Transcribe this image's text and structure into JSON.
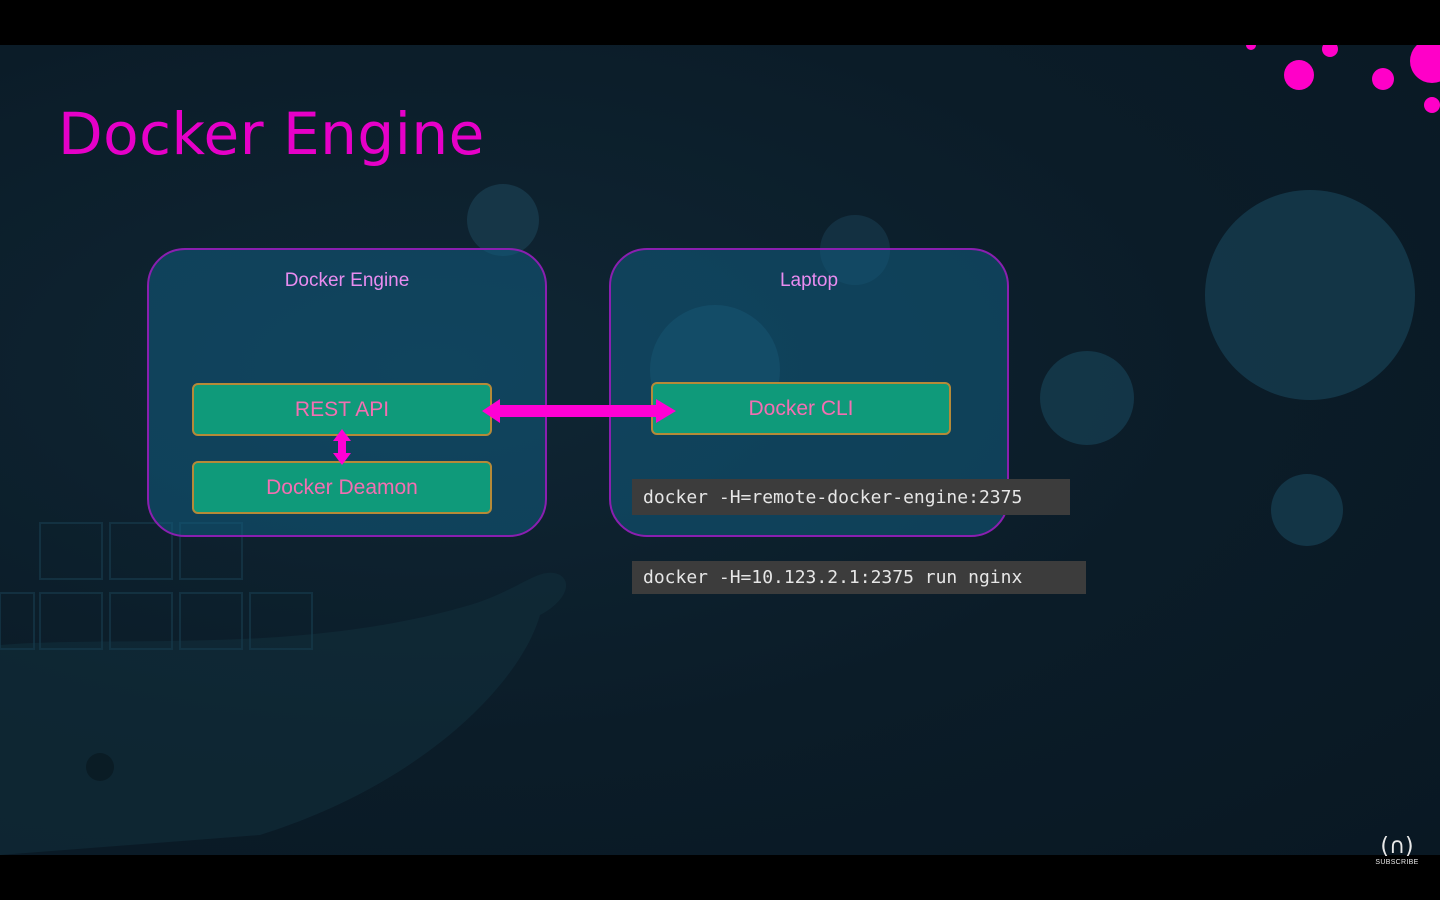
{
  "slide": {
    "title": "Docker Engine"
  },
  "docker_engine_box": {
    "label": "Docker Engine",
    "rest_api": "REST API",
    "daemon": "Docker Deamon"
  },
  "laptop_box": {
    "label": "Laptop",
    "cli": "Docker CLI"
  },
  "commands": {
    "remote_host": "docker -H=remote-docker-engine:2375",
    "run_nginx": "docker -H=10.123.2.1:2375 run nginx"
  },
  "logo": {
    "mark": "(∩)",
    "caption": "SUBSCRIBE"
  },
  "colors": {
    "title": "#e600c8",
    "arrow": "#ff00d4",
    "box_border": "#8a1fb0",
    "component_fill": "#0f9a7a",
    "component_text": "#f36fb2"
  }
}
